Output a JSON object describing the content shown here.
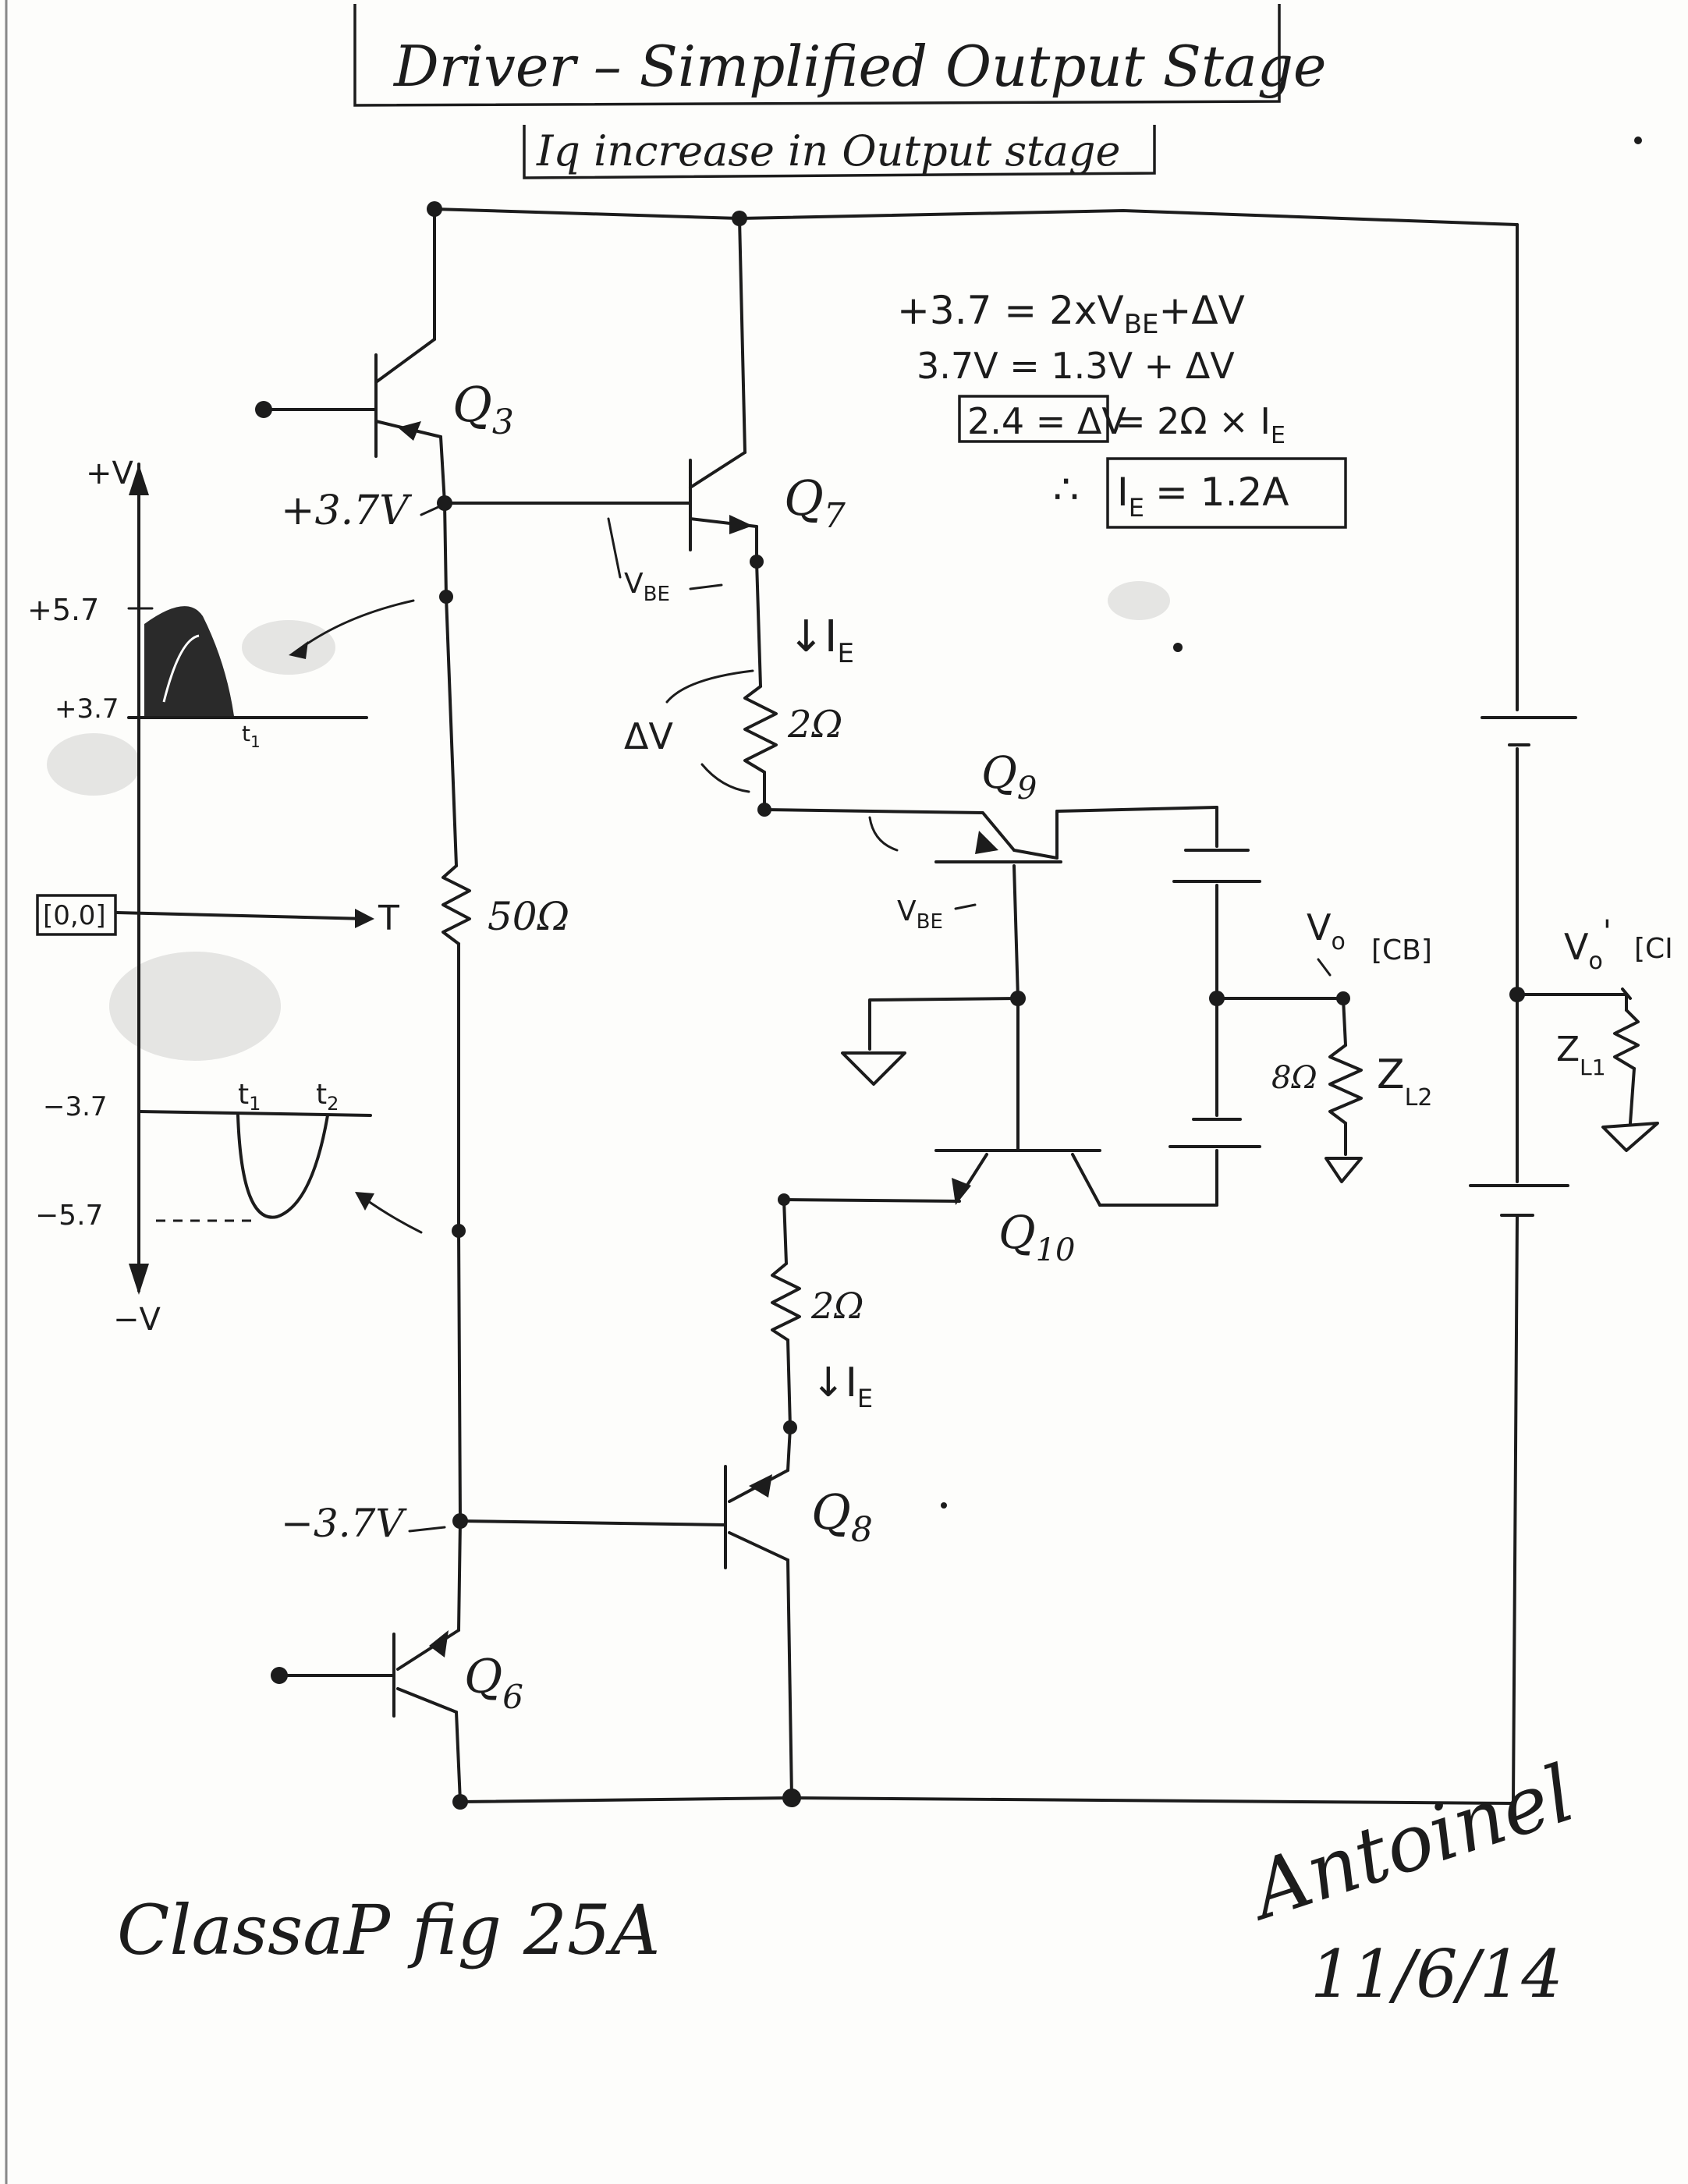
{
  "title": "Driver – Simplified Output Stage",
  "subtitle": "Iq increase in Output stage",
  "equations": {
    "line1": "+3.7 = 2xV",
    "line1_sub": "BE",
    "line1_tail": "+ΔV",
    "line2": "3.7V = 1.3V + ΔV",
    "line3_boxed": "2.4 = ΔV",
    "line3_tail": "= 2Ω × I",
    "line3_sub": "E",
    "therefore": "∴",
    "line4_boxed": "I",
    "line4_sub": "E",
    "line4_tail": "= 1.2A"
  },
  "transistors": {
    "q3": "Q",
    "q3_sub": "3",
    "q7": "Q",
    "q7_sub": "7",
    "q9": "Q",
    "q9_sub": "9",
    "q10": "Q",
    "q10_sub": "10",
    "q8": "Q",
    "q8_sub": "8",
    "q6": "Q",
    "q6_sub": "6"
  },
  "labels": {
    "plus_3_7v": "+3.7V",
    "minus_3_7v": "−3.7V",
    "vbe_top": "V",
    "vbe_sub": "BE",
    "ie_top": "↓I",
    "ie_sub": "E",
    "delta_v": "ΔV",
    "r_2ohm_top": "2Ω",
    "r_50ohm": "50Ω",
    "r_2ohm_bottom": "2Ω",
    "ie_bottom": "↓I",
    "ie_bottom_sub": "E",
    "vbe_mid": "V",
    "vbe_mid_sub": "BE",
    "vo_cb": "V",
    "vo_cb_sub": "o",
    "vo_cb_tag": "[CB]",
    "vo_ci": "V",
    "vo_ci_sub": "o",
    "vo_ci_prime": "'",
    "vo_ci_tag": "[CI",
    "r_8ohm": "8Ω",
    "zl2": "Z",
    "zl2_sub": "L2",
    "zl1": "Z",
    "zl1_sub": "L1",
    "t_marker": "T"
  },
  "graph": {
    "plus_v": "+V",
    "minus_v": "−V",
    "tick_plus_5_7": "+5.7",
    "tick_plus_3_7": "+3.7",
    "origin": "[0,0]",
    "tick_minus_3_7": "−3.7",
    "tick_minus_5_7": "−5.7",
    "t1_top": "t",
    "t1_top_sub": "1",
    "t1": "t",
    "t1_sub": "1",
    "t2": "t",
    "t2_sub": "2"
  },
  "footer": {
    "figure": "ClassaP fig 25A",
    "signature": "Antoinel",
    "date": "11/6/14"
  }
}
